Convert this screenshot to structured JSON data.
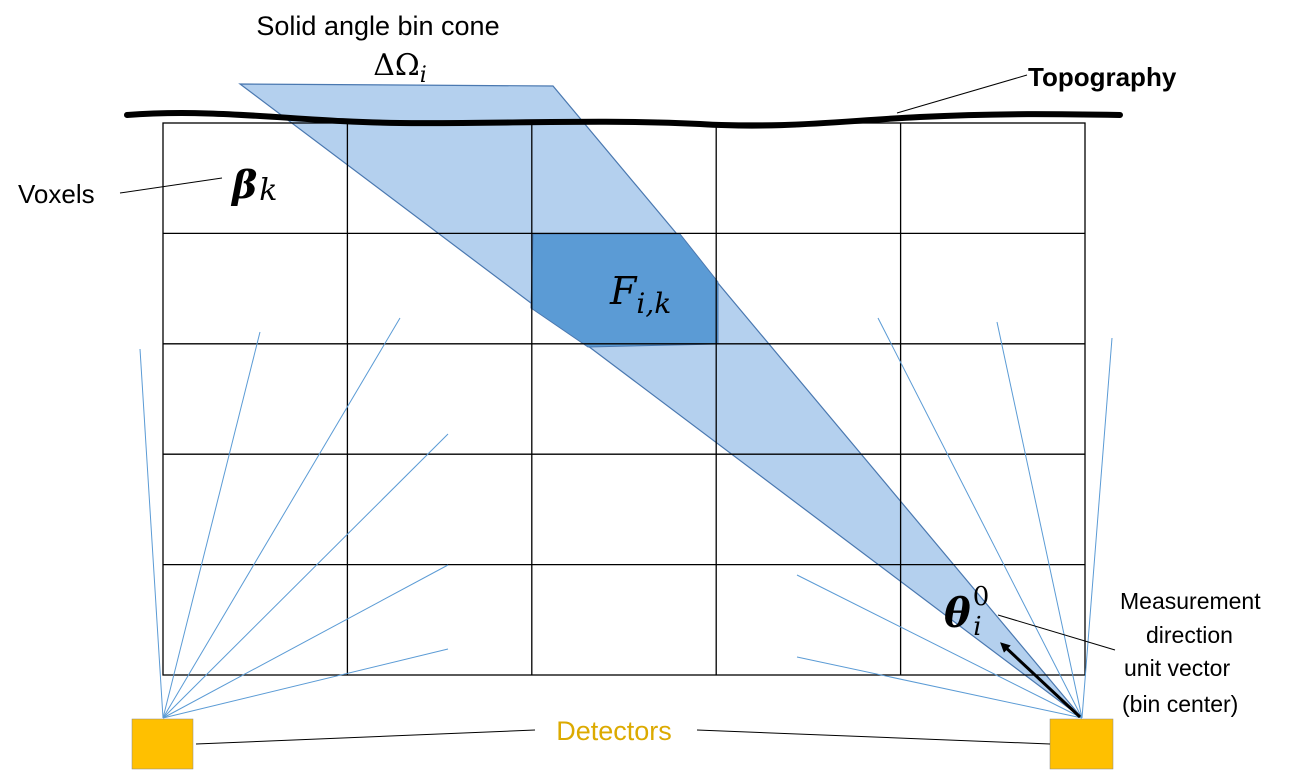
{
  "labels": {
    "cone_title": "Solid angle bin cone",
    "cone_symbol": "ΔΩ",
    "cone_symbol_sub": "i",
    "topography": "Topography",
    "voxels": "Voxels",
    "voxel_symbol": "β",
    "voxel_symbol_sub": "k",
    "intersection_symbol": "F",
    "intersection_symbol_sub": "i,k",
    "direction_symbol": "θ",
    "direction_symbol_sub": "i",
    "direction_symbol_sup": "0",
    "measurement_line1": "Measurement",
    "measurement_line2": "direction",
    "measurement_line3": "unit vector",
    "measurement_line4": "(bin center)",
    "detectors": "Detectors"
  },
  "grid": {
    "columns": 5,
    "rows": 5
  },
  "colors": {
    "cone_fill": "#b4d0ee",
    "cone_stroke": "#4a78b0",
    "intersection_fill": "#5b9bd5",
    "ray": "#5b9bd5",
    "grid": "#000000",
    "detector_fill": "#ffc000",
    "detectors_label": "#dcaa00",
    "text": "#000000"
  },
  "icons": {
    "detector": "square-detector-icon",
    "direction_arrow": "arrow-icon"
  }
}
